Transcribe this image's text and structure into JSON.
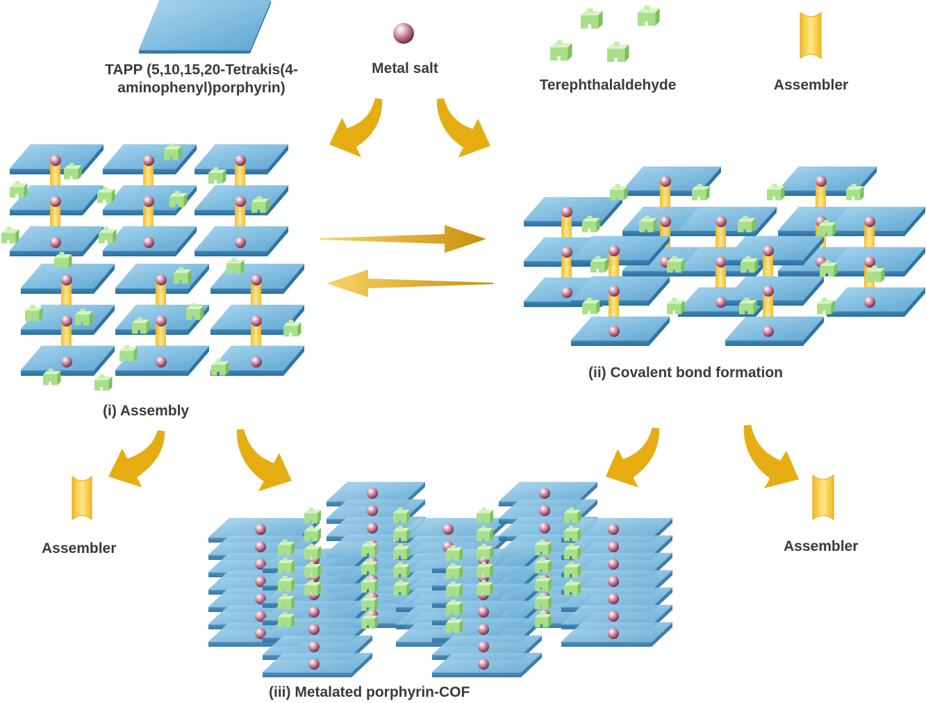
{
  "legend": {
    "tapp_label_line1": "TAPP (5,10,15,20-Tetrakis(4-",
    "tapp_label_line2": "aminophenyl)porphyrin)",
    "metal_salt_label": "Metal salt",
    "terephthalaldehyde_label": "Terephthalaldehyde",
    "assembler_label": "Assembler"
  },
  "stages": {
    "assembly_label": "(i) Assembly",
    "covalent_label": "(ii) Covalent bond formation",
    "cof_label": "(iii) Metalated porphyrin-COF"
  },
  "byproducts": {
    "left_assembler_label": "Assembler",
    "right_assembler_label": "Assembler"
  },
  "colors": {
    "plate_top": "#8ec8e6",
    "plate_side": "#3f86b6",
    "metal_ball": "#b4607e",
    "linker": "#a8e08a",
    "assembler": "#f4c430",
    "arrow": "#e2aa10",
    "label": "#3a3a3a"
  }
}
